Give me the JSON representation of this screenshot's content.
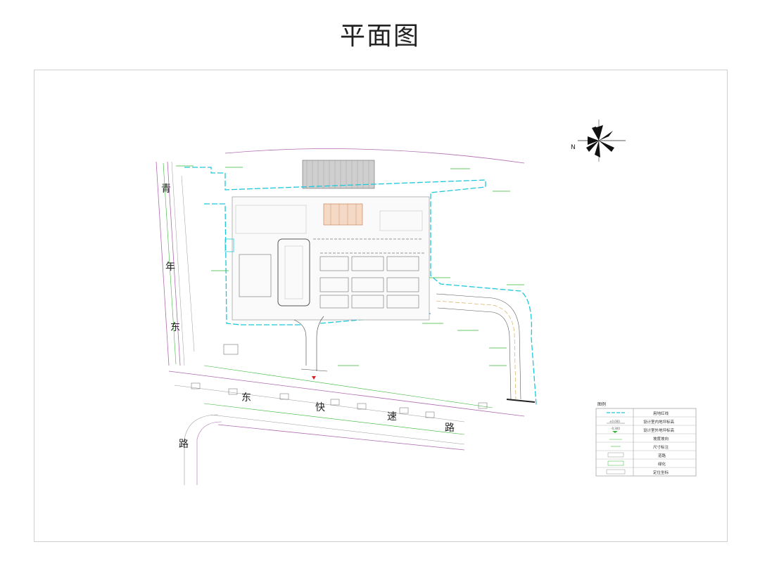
{
  "title": "平面图",
  "road_labels": {
    "qingnian": [
      "青",
      "年",
      "东"
    ],
    "dongkuaisu": [
      "东",
      "快",
      "速",
      "路"
    ],
    "lu": "路"
  },
  "compass": {
    "north_label": "N"
  },
  "legend": {
    "title": "图例",
    "rows": [
      {
        "symbol_text": "",
        "label": "用地红线"
      },
      {
        "symbol_text": "±0.000",
        "label": "设计室内地坪标高"
      },
      {
        "symbol_text": "-0.300",
        "label": "设计室外地坪标高"
      },
      {
        "symbol_text": "",
        "label": "坡度坡向"
      },
      {
        "symbol_text": "",
        "label": "尺寸标注"
      },
      {
        "symbol_text": "",
        "label": "道路"
      },
      {
        "symbol_text": "",
        "label": "绿化"
      },
      {
        "symbol_text": "",
        "label": "定位坐标"
      }
    ]
  },
  "colors": {
    "site_boundary": "#1ec8dc",
    "road_purple": "#b06ab0",
    "green": "#38b838",
    "dark": "#333333"
  }
}
